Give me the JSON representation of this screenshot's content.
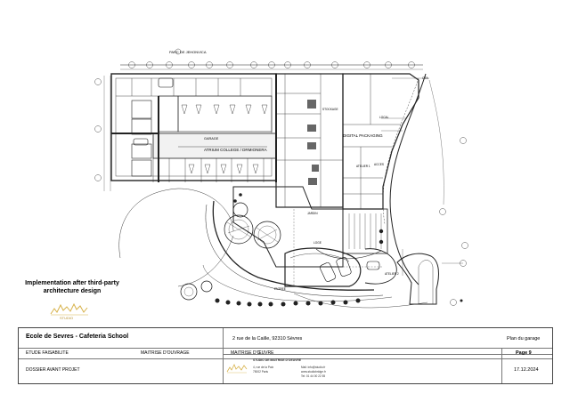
{
  "plan": {
    "labels": {
      "parc": "PARC DE JEHONVICA",
      "garage": "GARAGE",
      "stairs": "ATRIUM COLLEGE / DRMIONERA",
      "digital": "DIGITAL PACKAGING",
      "storage": "STOCKAGE",
      "local": "LOCAL",
      "acces": "ACCES",
      "atelier1": "ATELIER 1",
      "atelier2": "ATELIER 2",
      "jardin": "JARDIN",
      "entree": "ENTREE",
      "loge": "LOGE",
      "cta": "CTA"
    }
  },
  "caption": {
    "line1": "Implementation after third-party",
    "line2": "architecture design"
  },
  "logo_text": "STUDIO",
  "title_block": {
    "project": "Ecole de Sevres - Cafeteria School",
    "address": "2 rue de la Caille, 92310 Sèvres",
    "drawing": "Plan du garage",
    "phase": "ETUDE FAISABILITE",
    "client": "MAITRISE D'OUVRAGE",
    "architect": "MAITRISE D'ŒUVRE",
    "dossier": "DOSSIER AVANT PROJET",
    "page": "Page 9",
    "date": "17.12.2024",
    "stamp_title": "STUDIO DE MAITRISE D'OEUVRE",
    "stamp_col1": [
      "4, rue de la Paix",
      "75002 Paris"
    ],
    "stamp_col2": [
      "Mail: info@studio.fr",
      "www.studiobridge.fr",
      "Tel: 01 44 00 22 55"
    ]
  }
}
